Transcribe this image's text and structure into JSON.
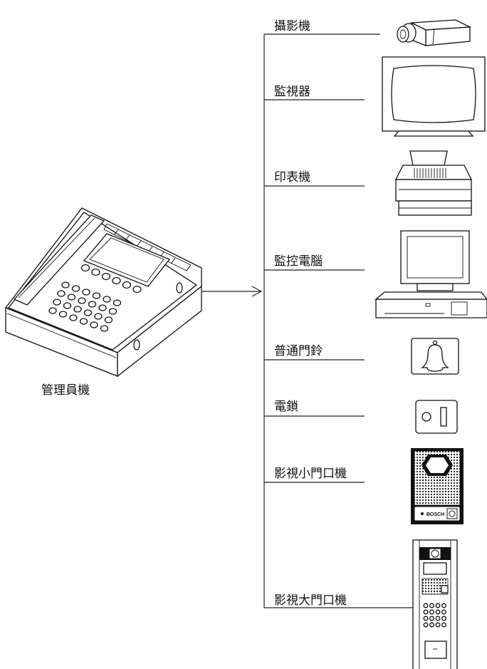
{
  "console": {
    "label": "管理員機"
  },
  "devices": [
    {
      "id": "camera",
      "label": "攝影機"
    },
    {
      "id": "monitor",
      "label": "監視器"
    },
    {
      "id": "printer",
      "label": "印表機"
    },
    {
      "id": "pc",
      "label": "監控電腦"
    },
    {
      "id": "doorbell",
      "label": "普通門鈴"
    },
    {
      "id": "lock",
      "label": "電鎖"
    },
    {
      "id": "small-door-station",
      "label": "影視小門口機"
    },
    {
      "id": "large-door-station",
      "label": "影視大門口機"
    }
  ],
  "brand_text": "BOSCH"
}
